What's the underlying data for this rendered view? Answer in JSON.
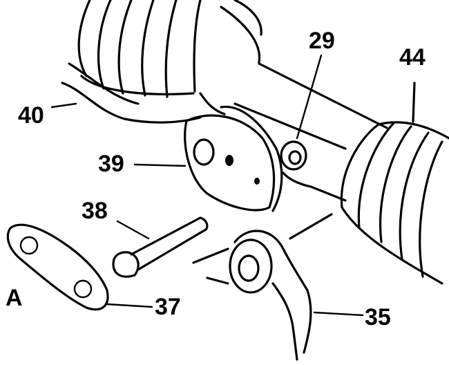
{
  "labels": {
    "p29": "29",
    "p44": "44",
    "p40": "40",
    "p39": "39",
    "p38": "38",
    "p37": "37",
    "p35": "35",
    "view_a": "A"
  }
}
